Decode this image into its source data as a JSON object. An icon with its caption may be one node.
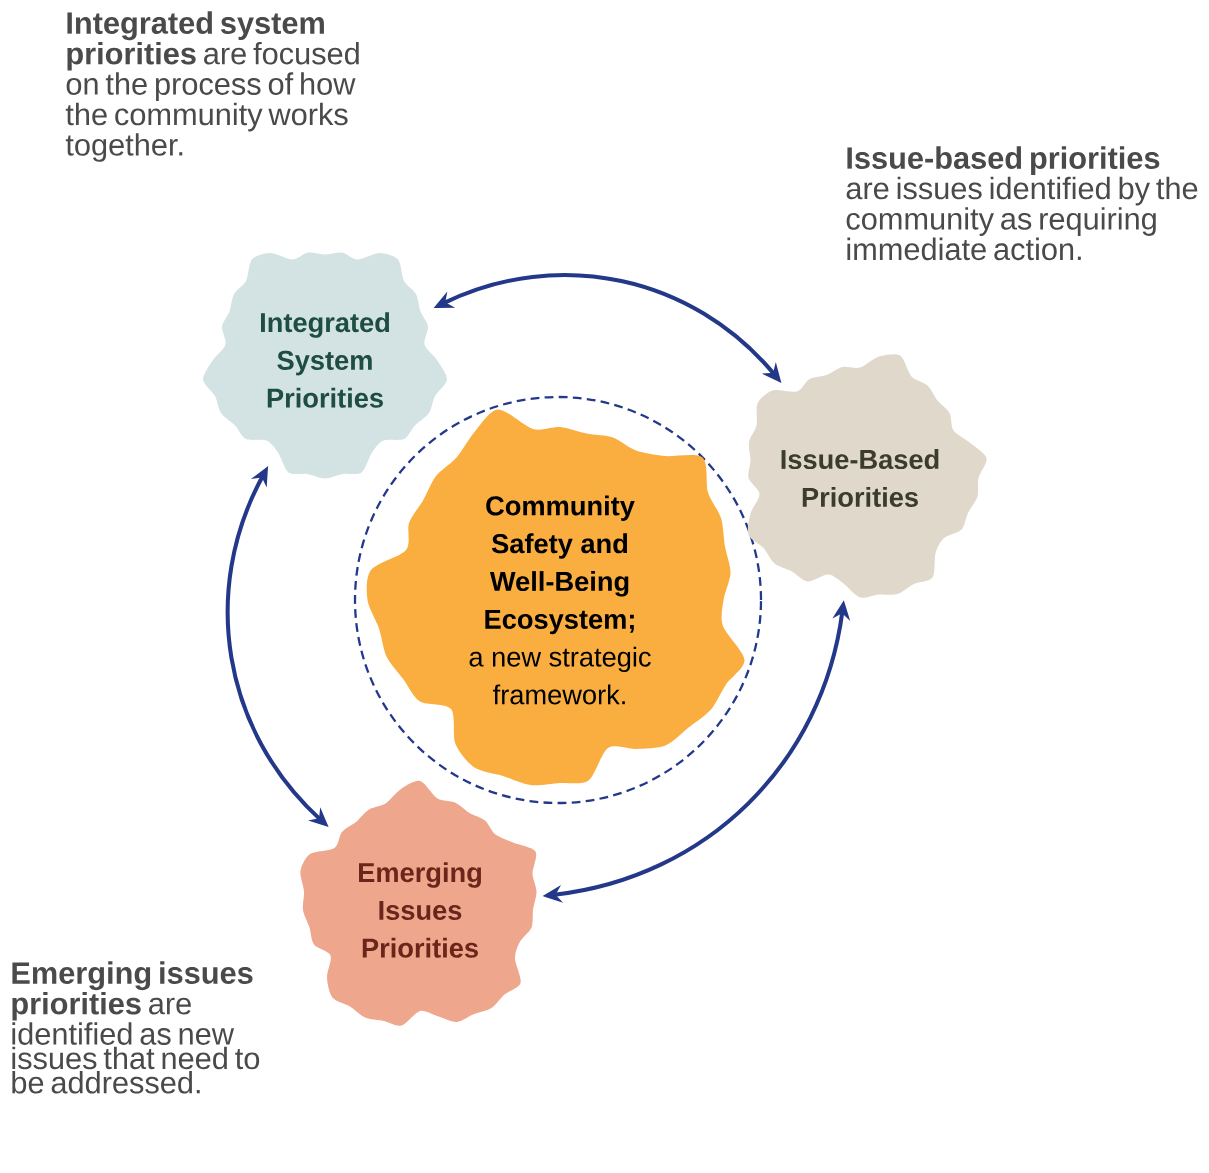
{
  "diagram": {
    "nodes": [
      {
        "text": [
          "Integrated System Priorities"
        ],
        "beside": [
          "**Integrated system priorities** are focused on the process of how the community works together."
        ]
      },
      {
        "text": [
          "Issue-Based Priorities"
        ],
        "beside": [
          "**Issue-based priorities** are issues identified by the community as requiring immediate action."
        ]
      },
      {
        "text": [
          "Emerging Issues Priorities"
        ],
        "beside": [
          "**Emerging issues priorities** are identified as new issues that need to be addressed."
        ]
      },
      {
        "text": [
          "Community Safety and Well-Being Ecosystem;",
          "a new strategic framework."
        ]
      }
    ],
    "edges": [
      {
        "from": 0,
        "to": 1,
        "arrow": "both"
      },
      {
        "from": 1,
        "to": 2,
        "arrow": "both"
      },
      {
        "from": 2,
        "to": 0,
        "arrow": "both"
      }
    ]
  }
}
